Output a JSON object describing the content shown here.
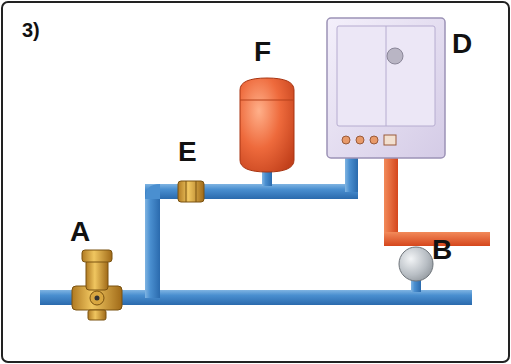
{
  "diagram": {
    "labels": [
      "3)",
      "A",
      "F",
      "D",
      "E",
      "B"
    ]
  }
}
